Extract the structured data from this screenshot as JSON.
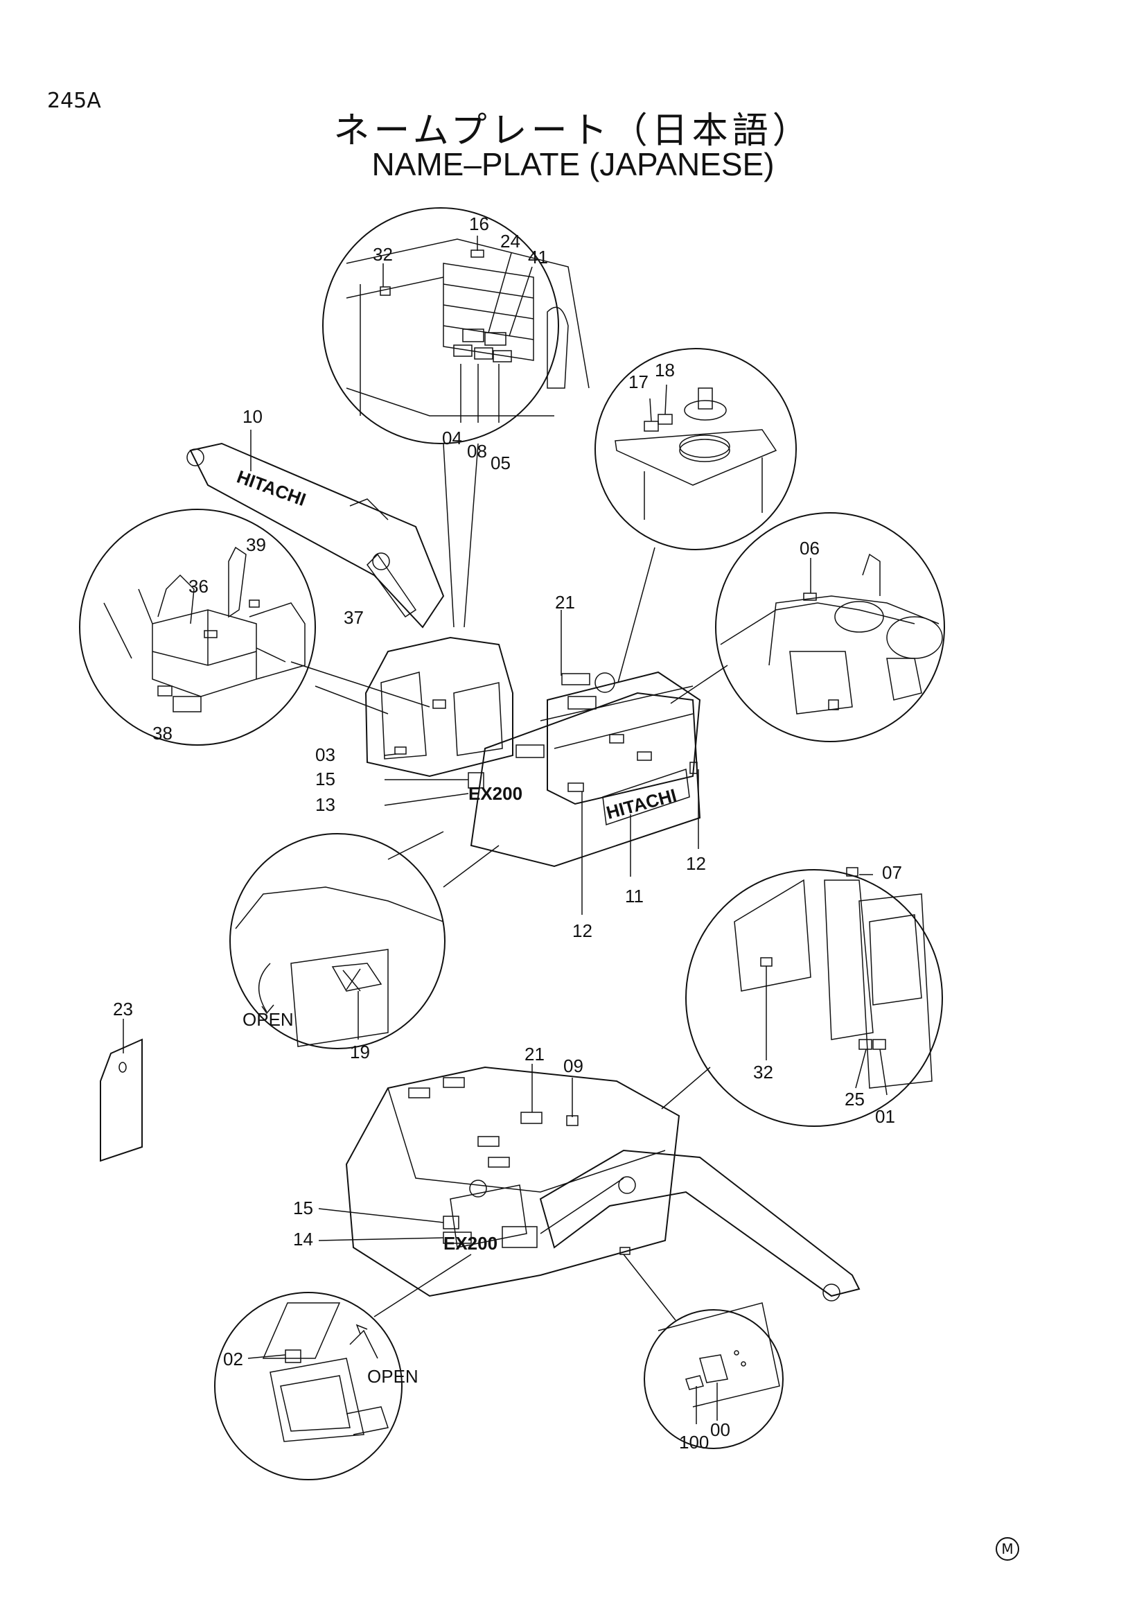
{
  "page_code": "245A",
  "title_jp": "ネームプレート（日本語）",
  "title_en": "NAME–PLATE (JAPANESE)",
  "brand_text": "HITACHI",
  "model_text": "EX200",
  "open_label": "OPEN",
  "corner_mark": "M",
  "callouts": {
    "c16": "16",
    "c24": "24",
    "c41": "41",
    "c32a": "32",
    "c04": "04",
    "c08": "08",
    "c05": "05",
    "c17": "17",
    "c18": "18",
    "c10": "10",
    "c39": "39",
    "c36": "36",
    "c38": "38",
    "c37": "37",
    "c21a": "21",
    "c06": "06",
    "c03": "03",
    "c15a": "15",
    "c13": "13",
    "c12a": "12",
    "c12b": "12",
    "c11": "11",
    "c07": "07",
    "c32b": "32",
    "c25": "25",
    "c01": "01",
    "c23": "23",
    "c19": "19",
    "c21b": "21",
    "c09": "09",
    "c15b": "15",
    "c14": "14",
    "c02": "02",
    "c100": "100",
    "c00": "00"
  }
}
